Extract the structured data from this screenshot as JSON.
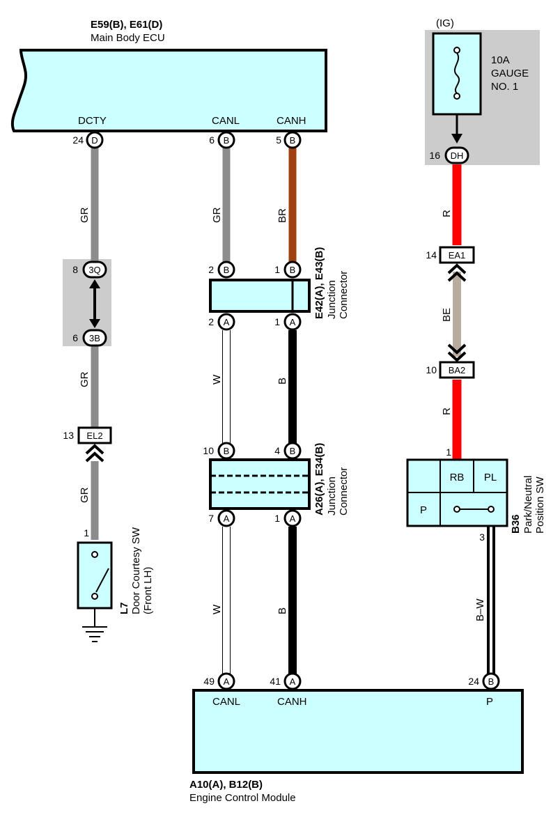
{
  "colors": {
    "module_fill": "#ccffff",
    "shade": "#cccccc",
    "wire_gr": "#8c8c8c",
    "wire_br": "#a0420f",
    "wire_b": "#000000",
    "wire_w": "#ffffff",
    "wire_r": "#ff0000",
    "wire_be": "#b9ac9f"
  },
  "ecu_main": {
    "code": "E59(B), E61(D)",
    "name": "Main Body ECU",
    "terms": [
      "DCTY",
      "CANL",
      "CANH"
    ],
    "pins": [
      {
        "num": "24",
        "tag": "D"
      },
      {
        "num": "6",
        "tag": "B"
      },
      {
        "num": "5",
        "tag": "B"
      }
    ]
  },
  "fuse": {
    "ig": "(IG)",
    "rating": "10A",
    "name1": "GAUGE",
    "name2": "NO. 1",
    "pin_num": "16",
    "pin_tag": "DH"
  },
  "wires": {
    "dcty1": "GR",
    "dcty2": "GR",
    "dcty3": "GR",
    "canl1": "GR",
    "canh1": "BR",
    "canl2": "W",
    "canh2": "B",
    "canl3": "W",
    "canh3": "B",
    "ig1": "R",
    "ig2": "BE",
    "ig3": "R",
    "pw": "B–W"
  },
  "connectors": {
    "c8_num": "8",
    "c8_tag": "3Q",
    "c6_num": "6",
    "c6_tag": "3B",
    "c13_num": "13",
    "c13_tag": "EL2",
    "c14_num": "14",
    "c14_tag": "EA1",
    "c10_num": "10",
    "c10_tag": "BA2"
  },
  "jc1": {
    "code": "E42(A), E43(B)",
    "line1": "Junction",
    "line2": "Connector",
    "pins_top": [
      {
        "num": "2",
        "tag": "B"
      },
      {
        "num": "1",
        "tag": "B"
      }
    ],
    "pins_bot": [
      {
        "num": "2",
        "tag": "A"
      },
      {
        "num": "1",
        "tag": "A"
      }
    ]
  },
  "jc2": {
    "code": "A26(A), E34(B)",
    "line1": "Junction",
    "line2": "Connector",
    "pins_top": [
      {
        "num": "10",
        "tag": "B"
      },
      {
        "num": "4",
        "tag": "B"
      }
    ],
    "pins_bot": [
      {
        "num": "7",
        "tag": "A"
      },
      {
        "num": "1",
        "tag": "A"
      }
    ]
  },
  "door_sw": {
    "code": "L7",
    "line1": "Door Courtesy SW",
    "line2": "(Front LH)",
    "pin": "1"
  },
  "pnp_sw": {
    "code": "B36",
    "line1": "Park/Neutral",
    "line2": "Position SW",
    "pin_top": "1",
    "pin_bot": "3",
    "cells": [
      "RB",
      "PL",
      "P"
    ]
  },
  "ecm": {
    "code": "A10(A), B12(B)",
    "name": "Engine Control Module",
    "pins": [
      {
        "num": "49",
        "tag": "A",
        "term": "CANL"
      },
      {
        "num": "41",
        "tag": "A",
        "term": "CANH"
      },
      {
        "num": "24",
        "tag": "B",
        "term": "P"
      }
    ]
  }
}
